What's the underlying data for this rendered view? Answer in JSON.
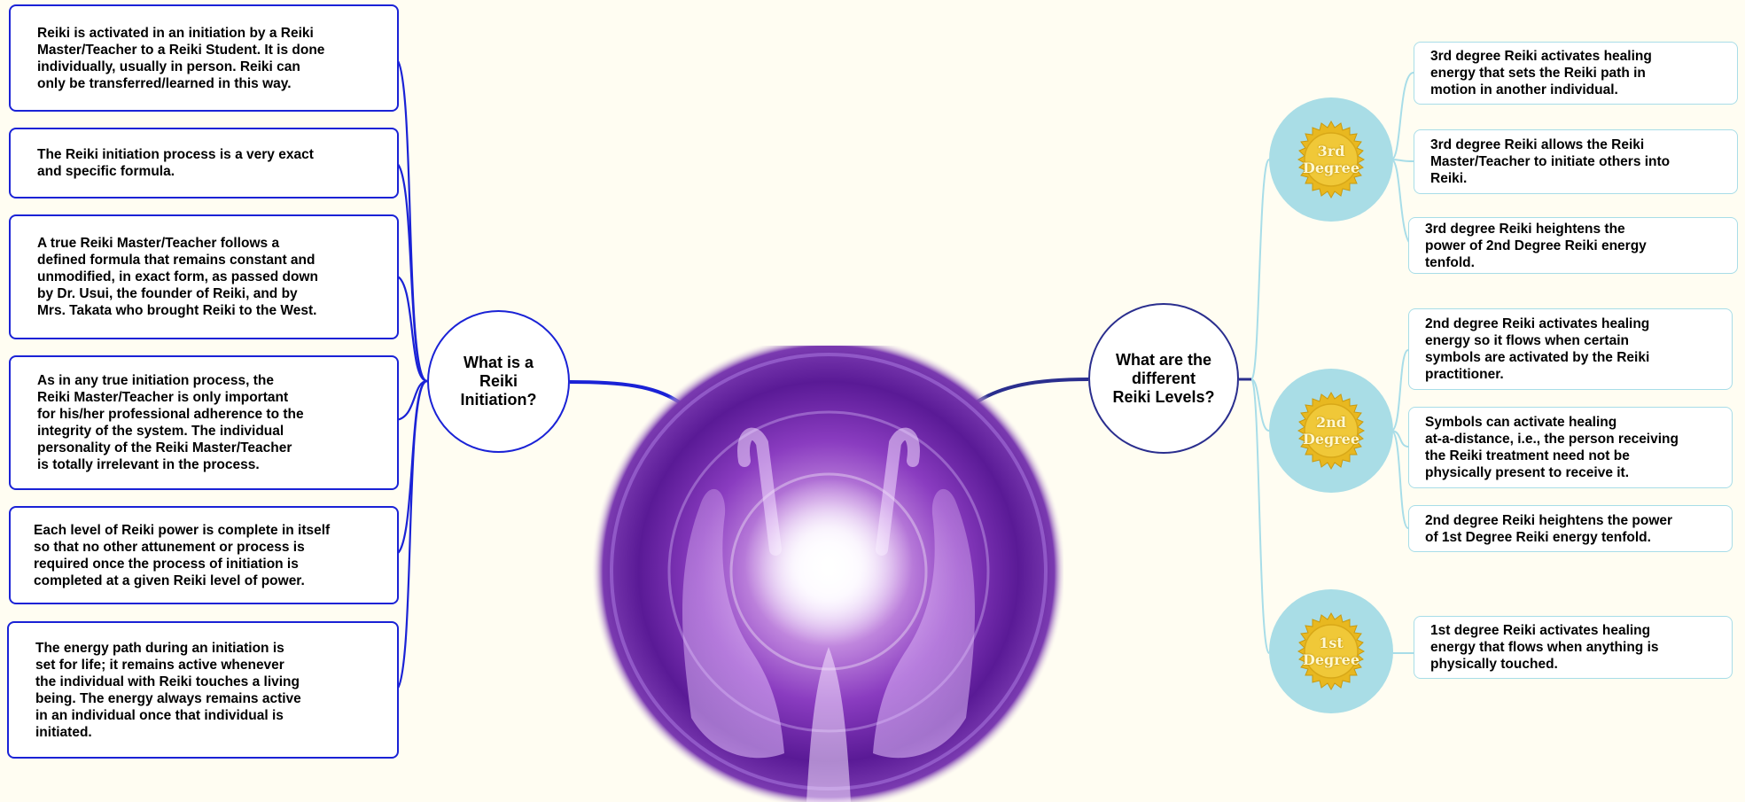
{
  "left_hub": {
    "title": "What is a\nReiki\nInitiation?"
  },
  "right_hub": {
    "title": "What are the\ndifferent\nReiki Levels?"
  },
  "left_items": [
    {
      "text": "Reiki is activated in an initiation by a Reiki\nMaster/Teacher to a Reiki Student. It is done\nindividually, usually in person. Reiki can\nonly be transferred/learned in this way."
    },
    {
      "text": "The Reiki initiation process is a very exact\nand specific formula."
    },
    {
      "text": "A true Reiki Master/Teacher follows a\ndefined formula that remains constant and\nunmodified, in exact form, as passed down\nby Dr. Usui, the founder of Reiki, and by\nMrs. Takata who brought Reiki to the West."
    },
    {
      "text": "As in any true initiation process, the\nReiki Master/Teacher is only important\nfor his/her professional adherence to the\nintegrity of the system. The individual\npersonality of the Reiki Master/Teacher\nis totally irrelevant in the process."
    },
    {
      "text": "Each level of Reiki power is complete in itself\nso that no other attunement or process is\nrequired once the process of initiation is\ncompleted at a given Reiki level of power."
    },
    {
      "text": "The energy path during an initiation is\nset for life; it remains active whenever\nthe individual with Reiki touches a living\nbeing. The energy always remains active\nin an individual once that individual is\ninitiated."
    }
  ],
  "degrees": [
    {
      "label": "3rd\nDegree",
      "items": [
        {
          "text": "3rd degree Reiki activates healing\nenergy that sets the Reiki path in\nmotion in another individual."
        },
        {
          "text": "3rd degree Reiki allows the Reiki\nMaster/Teacher to initiate others into\nReiki."
        },
        {
          "text": "3rd degree Reiki heightens the\npower of 2nd Degree Reiki energy\ntenfold."
        }
      ]
    },
    {
      "label": "2nd\nDegree",
      "items": [
        {
          "text": "2nd degree Reiki activates healing\nenergy so it flows when certain\nsymbols are activated by the Reiki\npractitioner."
        },
        {
          "text": "Symbols can activate healing\nat-a-distance, i.e., the person receiving\nthe Reiki treatment need not be\nphysically present to receive it."
        },
        {
          "text": "2nd degree Reiki heightens the power\nof 1st  Degree Reiki energy tenfold."
        }
      ]
    },
    {
      "label": "1st\nDegree",
      "items": [
        {
          "text": "1st degree Reiki activates healing\nenergy that flows when anything is\nphysically touched."
        }
      ]
    }
  ],
  "colors": {
    "left_branch": "#1a22d6",
    "right_hub_branch": "#2a2e8e",
    "right_branch": "#a8dde8",
    "seal_gold": "#e8b820",
    "background": "#fffdf2"
  }
}
